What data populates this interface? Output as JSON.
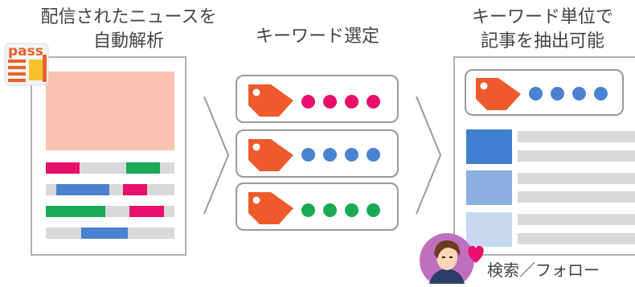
{
  "titles": {
    "step1_line1": "配信されたニュースを",
    "step1_line2": "自動解析",
    "step2": "キーワード選定",
    "step3_line1": "キーワード単位で",
    "step3_line2": "記事を抽出可能"
  },
  "pass_logo": {
    "text": "pass",
    "color": "#e8622a"
  },
  "search_follow_label": "検索／フォロー",
  "colors": {
    "tag": "#ee5a2c",
    "pink": "#e8106a",
    "blue": "#4a82cf",
    "green": "#1aaa55",
    "salmon": "#f8c3b2",
    "gray": "#d9d9d9"
  },
  "icons": [
    "pass-app-icon",
    "price-tag-icon",
    "chevron-right-icon",
    "person-avatar-icon",
    "heart-icon"
  ]
}
